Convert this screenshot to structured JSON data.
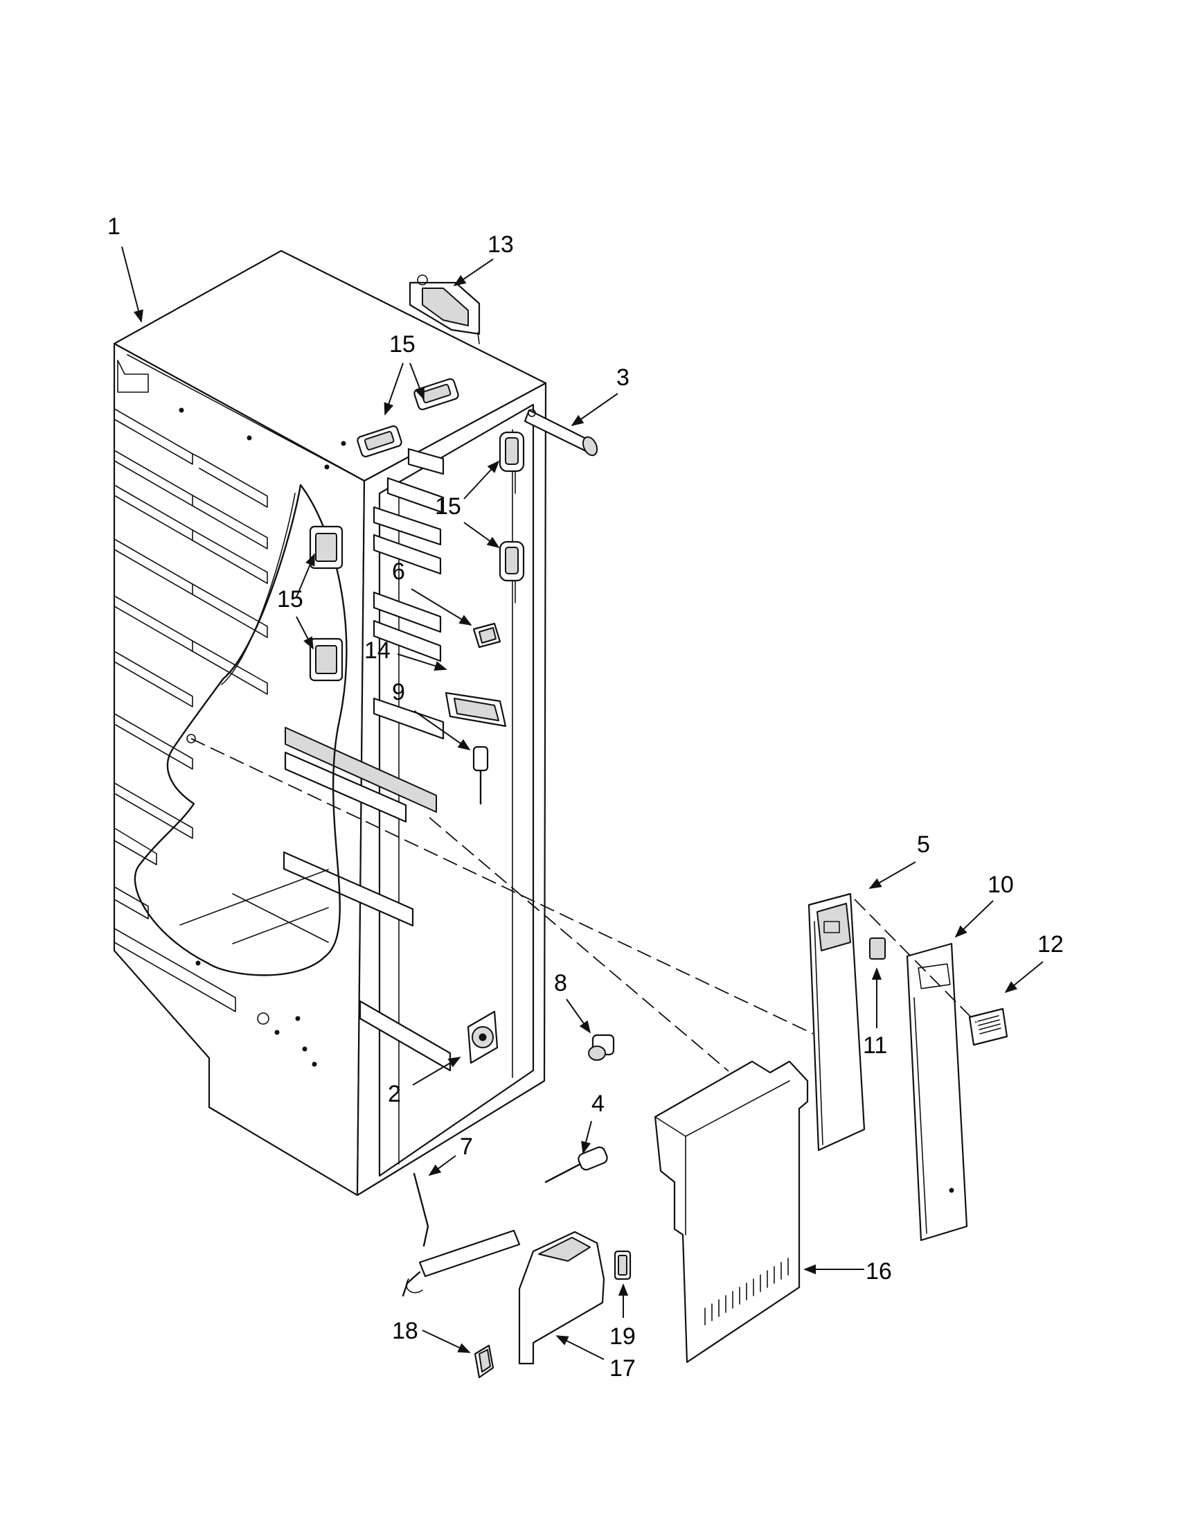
{
  "callouts": [
    {
      "id": "c1",
      "text": "1"
    },
    {
      "id": "c13",
      "text": "13"
    },
    {
      "id": "c15a",
      "text": "15"
    },
    {
      "id": "c3",
      "text": "3"
    },
    {
      "id": "c15b",
      "text": "15"
    },
    {
      "id": "c15c",
      "text": "15"
    },
    {
      "id": "c6",
      "text": "6"
    },
    {
      "id": "c14",
      "text": "14"
    },
    {
      "id": "c9",
      "text": "9"
    },
    {
      "id": "c5",
      "text": "5"
    },
    {
      "id": "c10",
      "text": "10"
    },
    {
      "id": "c12",
      "text": "12"
    },
    {
      "id": "c11",
      "text": "11"
    },
    {
      "id": "c8",
      "text": "8"
    },
    {
      "id": "c2",
      "text": "2"
    },
    {
      "id": "c4",
      "text": "4"
    },
    {
      "id": "c7",
      "text": "7"
    },
    {
      "id": "c16",
      "text": "16"
    },
    {
      "id": "c18",
      "text": "18"
    },
    {
      "id": "c19",
      "text": "19"
    },
    {
      "id": "c17",
      "text": "17"
    }
  ]
}
